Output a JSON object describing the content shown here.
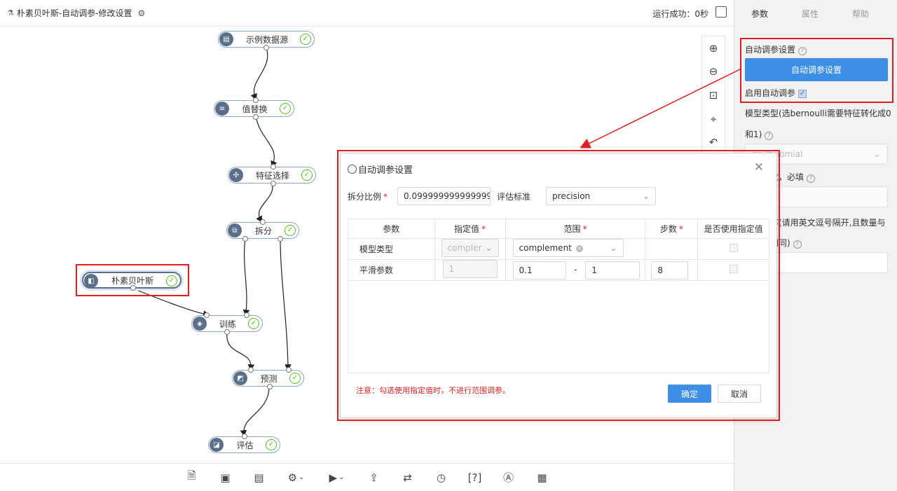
{
  "title": {
    "text": "朴素贝叶斯-自动调参-修改设置",
    "run_status": "运行成功：0秒"
  },
  "nodes": [
    {
      "id": "source",
      "label": "示例数据源"
    },
    {
      "id": "replace",
      "label": "值替换"
    },
    {
      "id": "feature",
      "label": "特征选择"
    },
    {
      "id": "split",
      "label": "拆分"
    },
    {
      "id": "bayes",
      "label": "朴素贝叶斯"
    },
    {
      "id": "train",
      "label": "训练"
    },
    {
      "id": "predict",
      "label": "预测"
    },
    {
      "id": "evaluate",
      "label": "评估"
    }
  ],
  "canvas_tools": [
    "zoom-in-icon",
    "zoom-out-icon",
    "fit-view-icon",
    "locate-icon",
    "undo-icon"
  ],
  "bottom_tools": [
    "properties-icon",
    "save-icon",
    "save-as-icon",
    "settings-icon",
    "run-icon",
    "publish-icon",
    "swap-icon",
    "schedule-icon",
    "help-brackets-icon",
    "font-icon",
    "document-icon"
  ],
  "panel": {
    "tabs": [
      "参数",
      "属性",
      "帮助"
    ],
    "auto_tune_label": "自动调参设置",
    "auto_tune_button": "自动调参设置",
    "enable_label": "启用自动调参",
    "model_type_label_1": "模型类型(选bernoulli需要特征转化成0",
    "model_type_label_2": "和1)",
    "model_type_value": "multinomial",
    "smooth_label": "平滑参数，必填",
    "prior_label_1": "先验概率(请用英文逗号隔开,且数量与",
    "prior_label_2": "类别数相同)"
  },
  "modal": {
    "title": "自动调参设置",
    "split_ratio_label": "拆分比例",
    "split_ratio_value": "0.0999999999999999",
    "metric_label": "评估标准",
    "metric_value": "precision",
    "headers": [
      "参数",
      "指定值",
      "范围",
      "步数",
      "是否使用指定值"
    ],
    "rows": [
      {
        "name": "模型类型",
        "specified": "compler",
        "range_value": "complement"
      },
      {
        "name": "平滑参数",
        "specified": "1",
        "range_min": "0.1",
        "range_sep": "-",
        "range_max": "1",
        "steps": "8"
      }
    ],
    "note": "注意：勾选使用指定值时，不进行范围调参。",
    "ok": "确定",
    "cancel": "取消"
  }
}
